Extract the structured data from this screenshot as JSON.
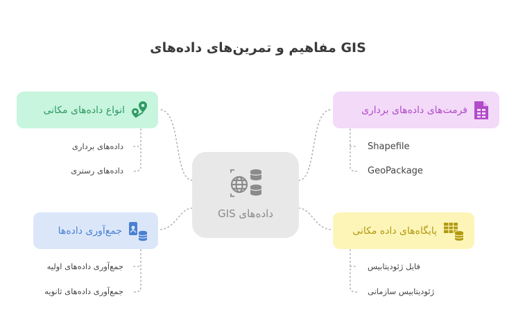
{
  "title": "GIS مفاهیم و تمرین‌های داده‌های",
  "center": {
    "label": "داده‌های GIS",
    "icon": "globe-database-icon"
  },
  "branches": {
    "types": {
      "label": "انواع داده‌های مکانی",
      "icon": "map-pin-icon",
      "color": "#2f9a64",
      "background": "#c8f5de",
      "items": [
        "داده‌های برداری",
        "داده‌های رستری"
      ]
    },
    "formats": {
      "label": "فرمت‌های داده‌های برداری",
      "icon": "spreadsheet-file-icon",
      "color": "#b04cc8",
      "background": "#f3daf8",
      "items": [
        "Shapefile",
        "GeoPackage"
      ]
    },
    "collect": {
      "label": "جمع‌آوری داده‌ها",
      "icon": "device-database-icon",
      "color": "#4b7fd1",
      "background": "#dbe7f9",
      "items": [
        "جمع‌آوری داده‌های اولیه",
        "جمع‌آوری داده‌های ثانویه"
      ]
    },
    "database": {
      "label": "پایگاه‌های داده مکانی",
      "icon": "table-database-icon",
      "color": "#b09a10",
      "background": "#fdf5b8",
      "items": [
        "فایل ژئودیتابیس",
        "ژئودیتابیس سازمانی"
      ]
    }
  }
}
